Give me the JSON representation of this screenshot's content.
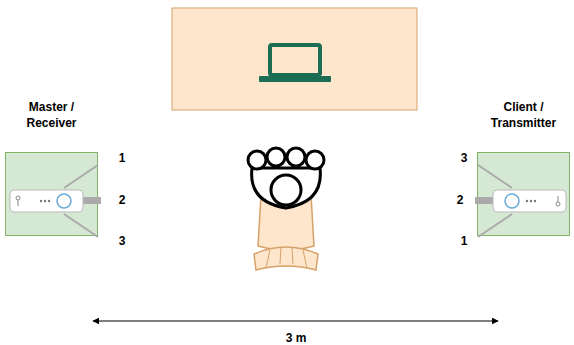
{
  "diagram": {
    "nodes": [
      {
        "text": [
          "Master / Receiver"
        ]
      },
      {
        "text": [
          "Client / Transmitter"
        ]
      }
    ],
    "labels": [
      "1",
      "2",
      "3",
      "3",
      "2",
      "1",
      "3 m"
    ]
  }
}
